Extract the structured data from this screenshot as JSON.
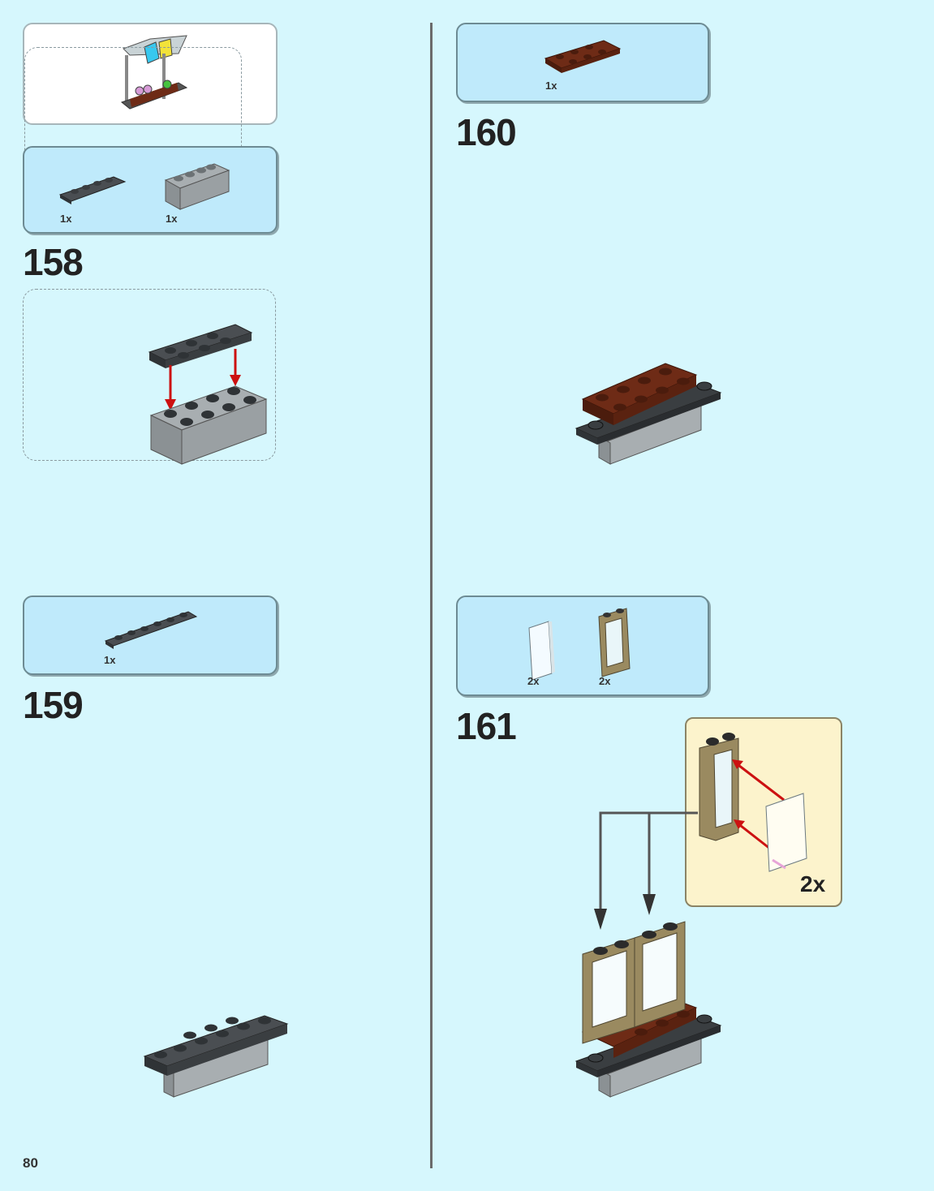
{
  "page": {
    "number": "80"
  },
  "colors": {
    "background": "#d6f7fd",
    "parts_box": "#bfeafb",
    "sub_box": "#fcf3cc",
    "arrow": "#cc1111",
    "dark_gray": "#4a4e52",
    "light_gray": "#9aa0a3",
    "reddish_brown": "#6e2b16",
    "dark_tan": "#9a8a60"
  },
  "top_callout": {
    "parts": [
      {
        "qty": "1x"
      },
      {
        "qty": "1x"
      }
    ]
  },
  "steps": [
    {
      "number": "158",
      "parts": []
    },
    {
      "number": "159",
      "parts": [
        {
          "qty": "1x",
          "icon": "dark-gray-plate-1x6"
        }
      ]
    },
    {
      "number": "160",
      "parts": [
        {
          "qty": "1x",
          "icon": "reddish-brown-plate-2x4"
        }
      ]
    },
    {
      "number": "161",
      "parts": [
        {
          "qty": "2x",
          "icon": "trans-clear-glass-pane"
        },
        {
          "qty": "2x",
          "icon": "dark-tan-window-frame"
        }
      ],
      "sub_build": {
        "qty": "2x"
      }
    }
  ]
}
